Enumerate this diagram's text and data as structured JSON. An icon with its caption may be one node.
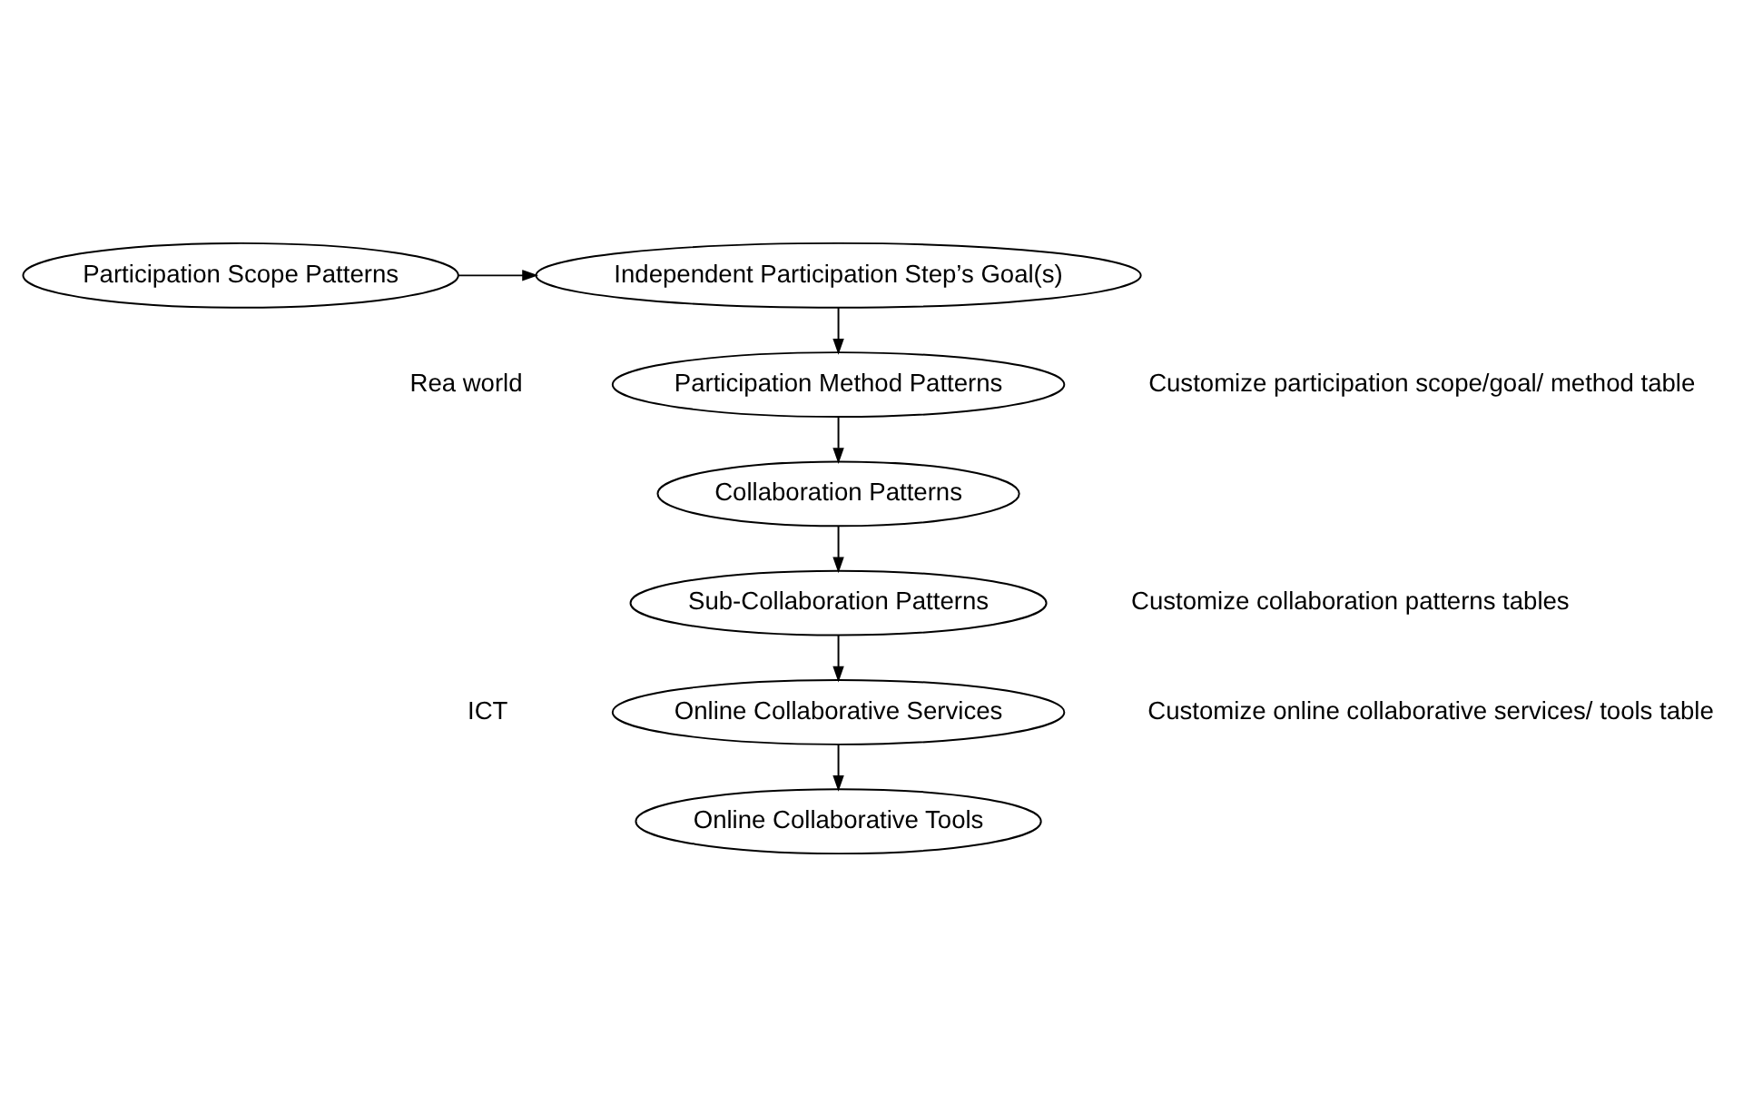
{
  "diagram": {
    "nodes": [
      {
        "text": [
          "Participation Scope Patterns"
        ]
      },
      {
        "text": [
          "Independent Participation Step’s Goal(s)"
        ]
      },
      {
        "text": [
          "Participation Method Patterns"
        ]
      },
      {
        "text": [
          "Collaboration Patterns"
        ]
      },
      {
        "text": [
          "Sub-Collaboration Patterns"
        ]
      },
      {
        "text": [
          "Online Collaborative Services"
        ]
      },
      {
        "text": [
          "Online Collaborative Tools"
        ]
      }
    ],
    "edges": [
      {
        "from": 0,
        "to": 1,
        "arrow": "to"
      },
      {
        "from": 1,
        "to": 2,
        "arrow": "to"
      },
      {
        "from": 2,
        "to": 3,
        "arrow": "to"
      },
      {
        "from": 3,
        "to": 4,
        "arrow": "to"
      },
      {
        "from": 4,
        "to": 5,
        "arrow": "to"
      },
      {
        "from": 5,
        "to": 6,
        "arrow": "to"
      }
    ],
    "labels": [
      "Customize participation scope/goal/ method table",
      "Rea world",
      "Customize collaboration patterns tables",
      "ICT",
      "Customize online collaborative services/ tools table"
    ]
  }
}
